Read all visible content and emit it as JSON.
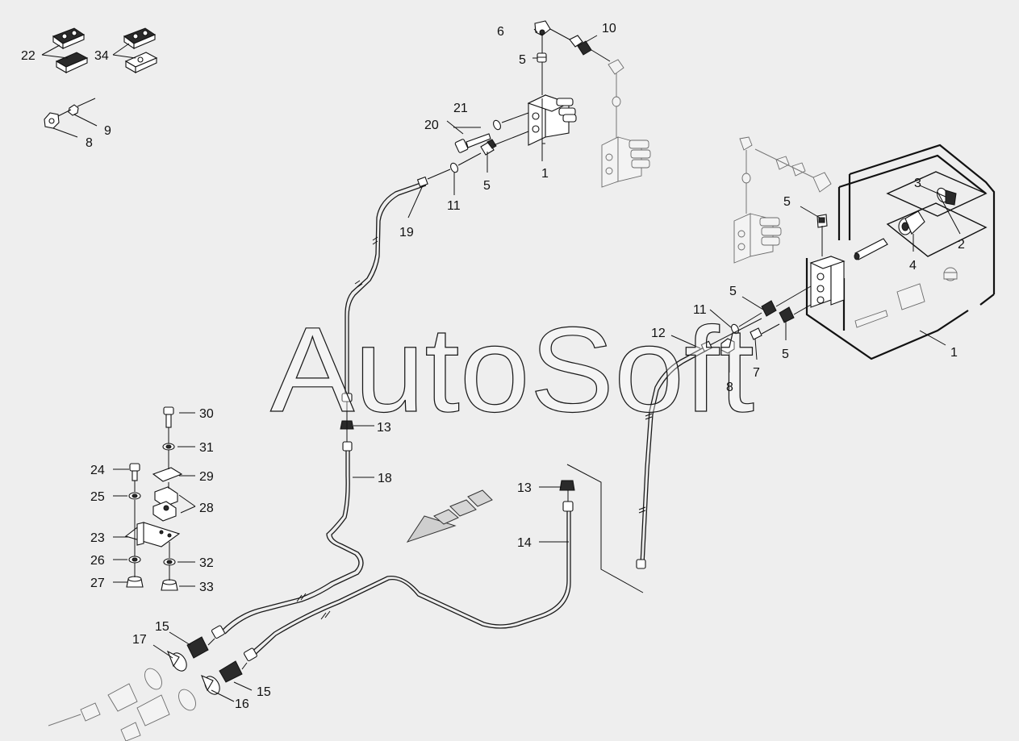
{
  "watermark": "AutoSoft",
  "callouts": [
    {
      "id": "c1a",
      "text": "1"
    },
    {
      "id": "c1b",
      "text": "1"
    },
    {
      "id": "c2",
      "text": "2"
    },
    {
      "id": "c3",
      "text": "3"
    },
    {
      "id": "c4",
      "text": "4"
    },
    {
      "id": "c5a",
      "text": "5"
    },
    {
      "id": "c5b",
      "text": "5"
    },
    {
      "id": "c5c",
      "text": "5"
    },
    {
      "id": "c5d",
      "text": "5"
    },
    {
      "id": "c5e",
      "text": "5"
    },
    {
      "id": "c6",
      "text": "6"
    },
    {
      "id": "c7",
      "text": "7"
    },
    {
      "id": "c8a",
      "text": "8"
    },
    {
      "id": "c8b",
      "text": "8"
    },
    {
      "id": "c9",
      "text": "9"
    },
    {
      "id": "c10",
      "text": "10"
    },
    {
      "id": "c11a",
      "text": "11"
    },
    {
      "id": "c11b",
      "text": "11"
    },
    {
      "id": "c12",
      "text": "12"
    },
    {
      "id": "c13a",
      "text": "13"
    },
    {
      "id": "c13b",
      "text": "13"
    },
    {
      "id": "c14",
      "text": "14"
    },
    {
      "id": "c15a",
      "text": "15"
    },
    {
      "id": "c15b",
      "text": "15"
    },
    {
      "id": "c16",
      "text": "16"
    },
    {
      "id": "c17",
      "text": "17"
    },
    {
      "id": "c18",
      "text": "18"
    },
    {
      "id": "c19",
      "text": "19"
    },
    {
      "id": "c20",
      "text": "20"
    },
    {
      "id": "c21",
      "text": "21"
    },
    {
      "id": "c22",
      "text": "22"
    },
    {
      "id": "c23",
      "text": "23"
    },
    {
      "id": "c24",
      "text": "24"
    },
    {
      "id": "c25",
      "text": "25"
    },
    {
      "id": "c26",
      "text": "26"
    },
    {
      "id": "c27",
      "text": "27"
    },
    {
      "id": "c28",
      "text": "28"
    },
    {
      "id": "c29",
      "text": "29"
    },
    {
      "id": "c30",
      "text": "30"
    },
    {
      "id": "c31",
      "text": "31"
    },
    {
      "id": "c32",
      "text": "32"
    },
    {
      "id": "c33",
      "text": "33"
    },
    {
      "id": "c34",
      "text": "34"
    }
  ]
}
